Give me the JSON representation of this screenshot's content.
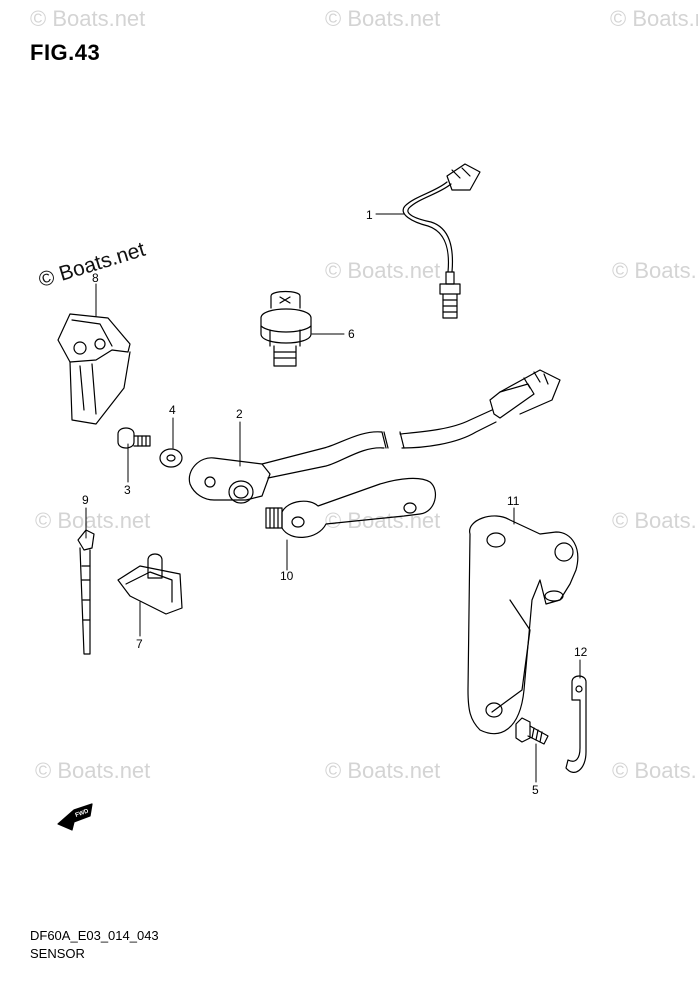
{
  "figure": {
    "title": "FIG.43"
  },
  "footer": {
    "code": "DF60A_E03_014_043",
    "name": "SENSOR"
  },
  "watermark": {
    "text": "© Boats.net"
  },
  "fwd_label": "FWD",
  "callouts": [
    {
      "number": "1"
    },
    {
      "number": "2"
    },
    {
      "number": "3"
    },
    {
      "number": "4"
    },
    {
      "number": "5"
    },
    {
      "number": "6"
    },
    {
      "number": "7"
    },
    {
      "number": "8"
    },
    {
      "number": "9"
    },
    {
      "number": "10"
    },
    {
      "number": "11"
    },
    {
      "number": "12"
    }
  ]
}
